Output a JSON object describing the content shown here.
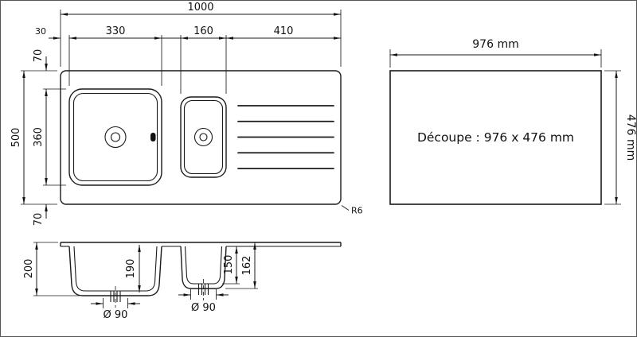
{
  "plan": {
    "dim_total_width": "1000",
    "dim_left_offset": "30",
    "dim_bowl_width": "330",
    "dim_small_bowl_width": "160",
    "dim_drainboard_width": "410",
    "dim_total_height": "500",
    "dim_top_margin": "70",
    "dim_bowl_height": "360",
    "dim_bottom_margin": "70",
    "corner_radius": "R6"
  },
  "section": {
    "dim_total_depth": "200",
    "dim_large_bowl_depth": "190",
    "dim_small_bowl_depth_inner": "150",
    "dim_small_bowl_depth_outer": "162",
    "dim_large_drain": "Ø 90",
    "dim_small_drain": "Ø 90"
  },
  "cutout": {
    "dim_width": "976 mm",
    "dim_height": "476 mm",
    "label": "Découpe : 976 x 476 mm"
  }
}
